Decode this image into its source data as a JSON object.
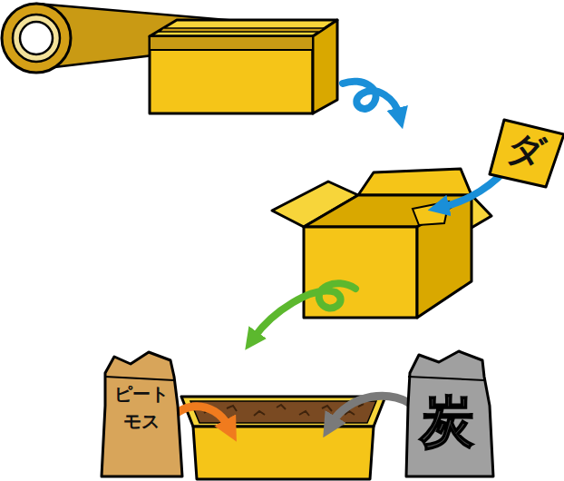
{
  "diagram": {
    "nodes": [
      {
        "text": [
          "ダ"
        ]
      },
      {
        "text": [
          "ピート モス"
        ]
      },
      {
        "text": [
          "炭"
        ]
      }
    ]
  }
}
